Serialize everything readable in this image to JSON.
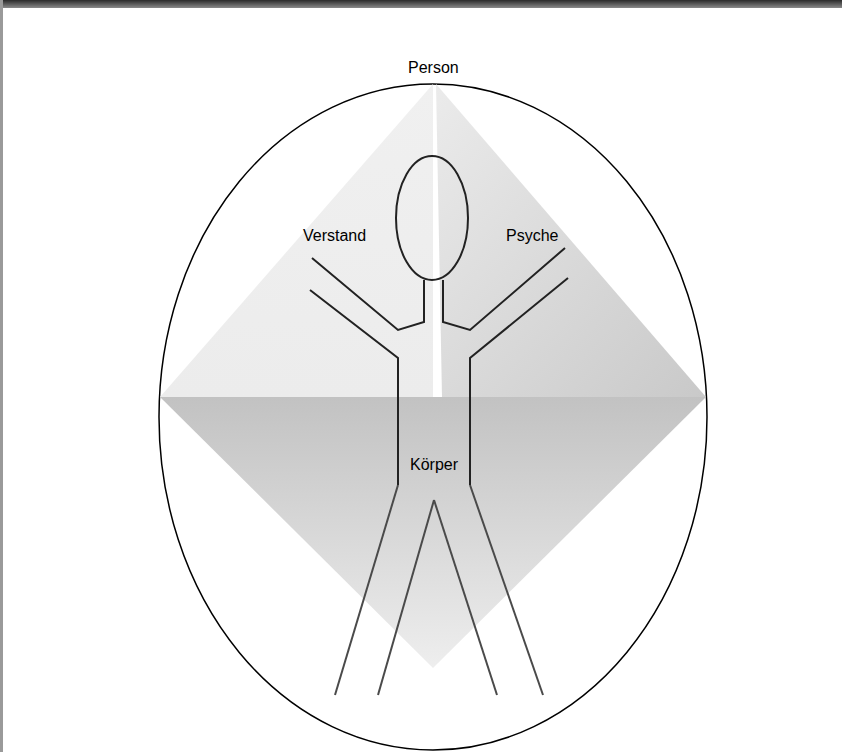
{
  "diagram": {
    "nodes": [
      {
        "text": [
          "Person"
        ]
      },
      {
        "text": [
          "Verstand"
        ],
        "in": 0
      },
      {
        "text": [
          "Psyche"
        ],
        "in": 0
      },
      {
        "text": [
          "Körper"
        ],
        "in": 0
      }
    ]
  }
}
